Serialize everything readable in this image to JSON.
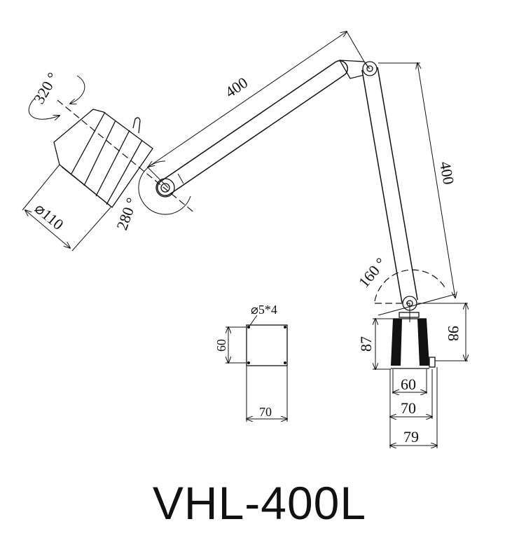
{
  "model": "VHL-400L",
  "dimensions": {
    "head_rotation": "320 °",
    "upper_arm_length": "400",
    "lower_arm_length": "400",
    "head_diameter": "⌀110",
    "head_joint_rotation": "280 °",
    "base_joint_rotation": "160 °",
    "mount_holes": "⌀5*4",
    "mount_hole_spacing_v": "60",
    "mount_plate_width": "70",
    "base_height": "87",
    "pivot_height": "98",
    "base_top_width": "60",
    "base_width": "70",
    "base_total_width": "79"
  },
  "colors": {
    "line": "#111111",
    "background": "#ffffff"
  }
}
